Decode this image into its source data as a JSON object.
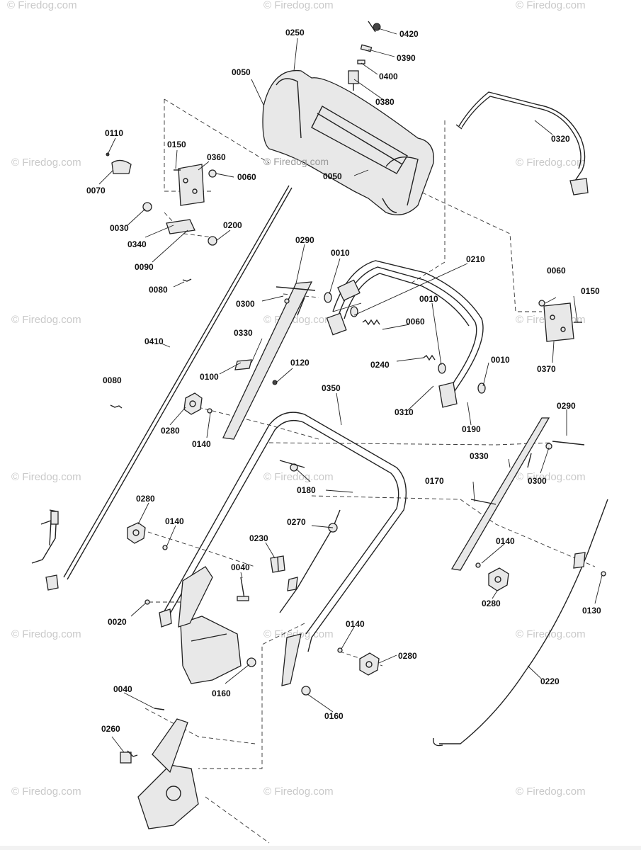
{
  "watermark_text": "© Firedog.com",
  "center_watermark_text": "© Firedog.com",
  "part_labels": [
    "0420",
    "0390",
    "0400",
    "0380",
    "0250",
    "0050",
    "0050",
    "0320",
    "0110",
    "0150",
    "0360",
    "0060",
    "0070",
    "0030",
    "0340",
    "0090",
    "0200",
    "0080",
    "0290",
    "0010",
    "0210",
    "0060",
    "0150",
    "0300",
    "0010",
    "0060",
    "0330",
    "0240",
    "0010",
    "0370",
    "0410",
    "0100",
    "0120",
    "0310",
    "0190",
    "0080",
    "0350",
    "0290",
    "0280",
    "0140",
    "0330",
    "0300",
    "0180",
    "0170",
    "0280",
    "0140",
    "0270",
    "0230",
    "0040",
    "0140",
    "0280",
    "0130",
    "0020",
    "0160",
    "0140",
    "0280",
    "0220",
    "0160",
    "0040",
    "0260"
  ]
}
